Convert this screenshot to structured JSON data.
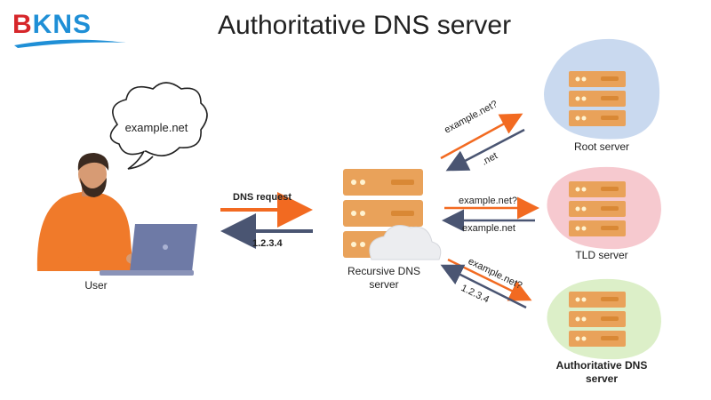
{
  "logo": {
    "text_b": "B",
    "text_rest": "KNS"
  },
  "title": "Authoritative DNS server",
  "user": {
    "thought": "example.net",
    "label": "User"
  },
  "recursive": {
    "label_line1": "Recursive DNS",
    "label_line2": "server"
  },
  "root": {
    "label": "Root server"
  },
  "tld": {
    "label": "TLD server"
  },
  "auth": {
    "label_line1": "Authoritative DNS",
    "label_line2": "server"
  },
  "arrows": {
    "dns_request": "DNS request",
    "answer_ip": "1.2.3.4",
    "root_query": "example.net?",
    "root_reply": ".net",
    "tld_query": "example.net?",
    "tld_reply": "example.net",
    "auth_query": "example.net?",
    "auth_reply": "1.2.3.4"
  },
  "colors": {
    "orange": "#f26a21",
    "navy": "#4a5572",
    "server_body": "#e9a25a",
    "server_slot": "#d98835",
    "root_blob": "#c9d9ef",
    "tld_blob": "#f6c9cf",
    "auth_blob": "#dcefc8"
  }
}
